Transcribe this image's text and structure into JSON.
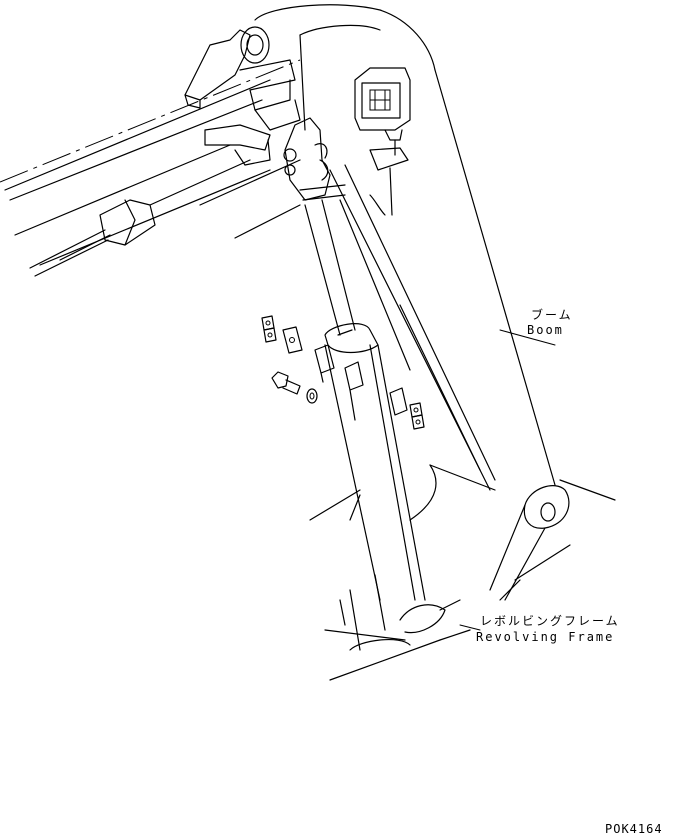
{
  "labels": {
    "boom_jp": "ブーム",
    "boom_en": "Boom",
    "frame_jp": "レボルビングフレーム",
    "frame_en": "Revolving Frame",
    "part_code": "POK4164"
  }
}
